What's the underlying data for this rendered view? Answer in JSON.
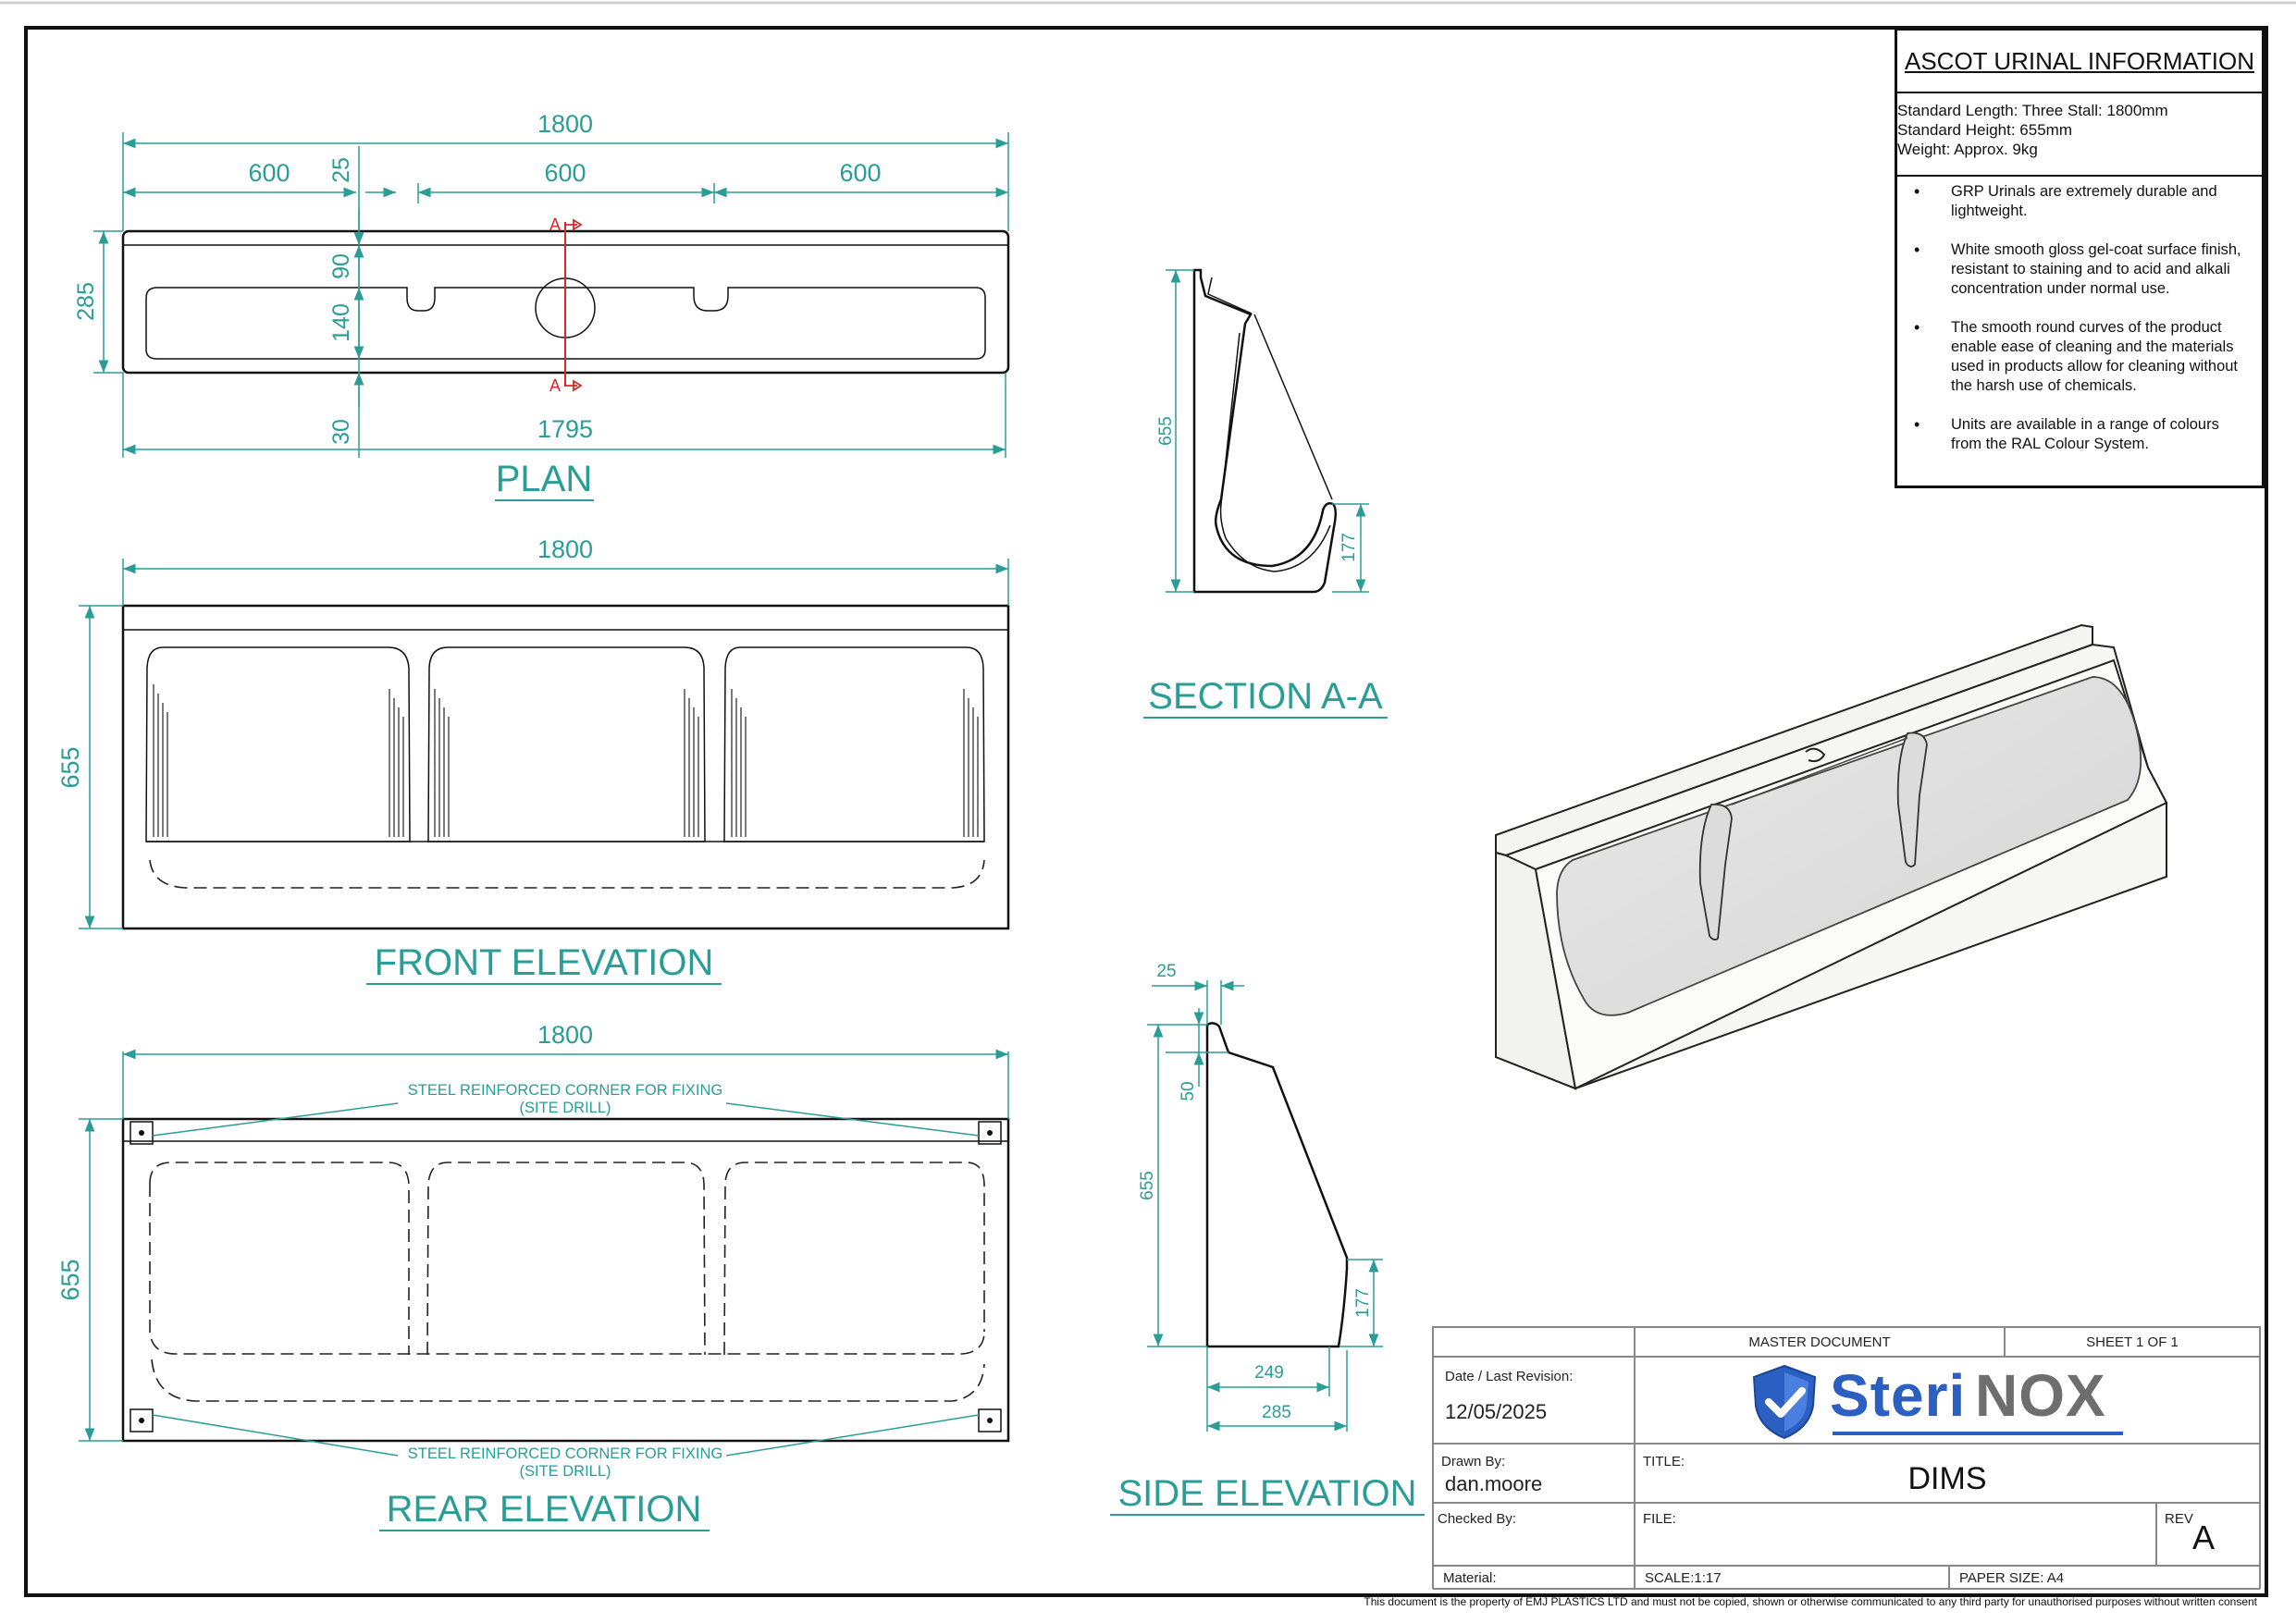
{
  "info": {
    "title": "ASCOT URINAL INFORMATION",
    "specs": [
      "Standard Length: Three Stall: 1800mm",
      "Standard Height: 655mm",
      "Weight: Approx. 9kg"
    ],
    "bullets": [
      "GRP Urinals are extremely durable and lightweight.",
      "White smooth gloss gel-coat surface finish, resistant to staining and to acid and alkali concentration under normal use.",
      "The smooth round curves of the product enable ease of cleaning and the materials used in products allow for cleaning without the harsh use of chemicals.",
      "Units are available in a range of colours from the RAL Colour System."
    ]
  },
  "views": {
    "plan": {
      "title": "PLAN",
      "dim_overall": "1800",
      "dim_left": "600",
      "dim_mid": "600",
      "dim_right": "600",
      "dim_25": "25",
      "dim_depth": "285",
      "dim_90": "90",
      "dim_140": "140",
      "dim_30": "30",
      "dim_bottom": "1795",
      "section_mark": "A"
    },
    "front": {
      "title": "FRONT ELEVATION",
      "dim_width": "1800",
      "dim_height": "655"
    },
    "rear": {
      "title": "REAR ELEVATION",
      "dim_width": "1800",
      "dim_height": "655",
      "note_top_1": "STEEL REINFORCED CORNER FOR FIXING",
      "note_top_2": "(SITE DRILL)",
      "note_bottom_1": "STEEL REINFORCED CORNER FOR FIXING",
      "note_bottom_2": "(SITE DRILL)"
    },
    "section": {
      "title": "SECTION A-A",
      "dim_height": "655",
      "dim_lip": "177"
    },
    "side": {
      "title": "SIDE ELEVATION",
      "dim_25": "25",
      "dim_50": "50",
      "dim_height": "655",
      "dim_lip": "177",
      "dim_249": "249",
      "dim_285": "285"
    }
  },
  "title_block": {
    "master": "MASTER DOCUMENT",
    "sheet": "SHEET 1 OF 1",
    "date_label": "Date / Last Revision:",
    "date_value": "12/05/2025",
    "logo_part1": "Steri",
    "logo_part2": "NOX",
    "drawn_label": "Drawn By:",
    "drawn_value": "dan.moore",
    "title_label": "TITLE:",
    "title_value": "DIMS",
    "checked_label": "Checked By:",
    "file_label": "FILE:",
    "rev_label": "REV",
    "rev_value": "A",
    "material_label": "Material:",
    "scale": "SCALE:1:17",
    "paper": "PAPER SIZE: A4"
  },
  "footer": "This document is the property of EMJ PLASTICS LTD and must not be copied, shown or otherwise communicated to any third party for unauthorised purposes without written consent",
  "colors": {
    "dimension": "#2a9d96",
    "section_line": "#d62828",
    "logo_blue": "#2b5fc2",
    "logo_grey": "#6e6e6e"
  }
}
